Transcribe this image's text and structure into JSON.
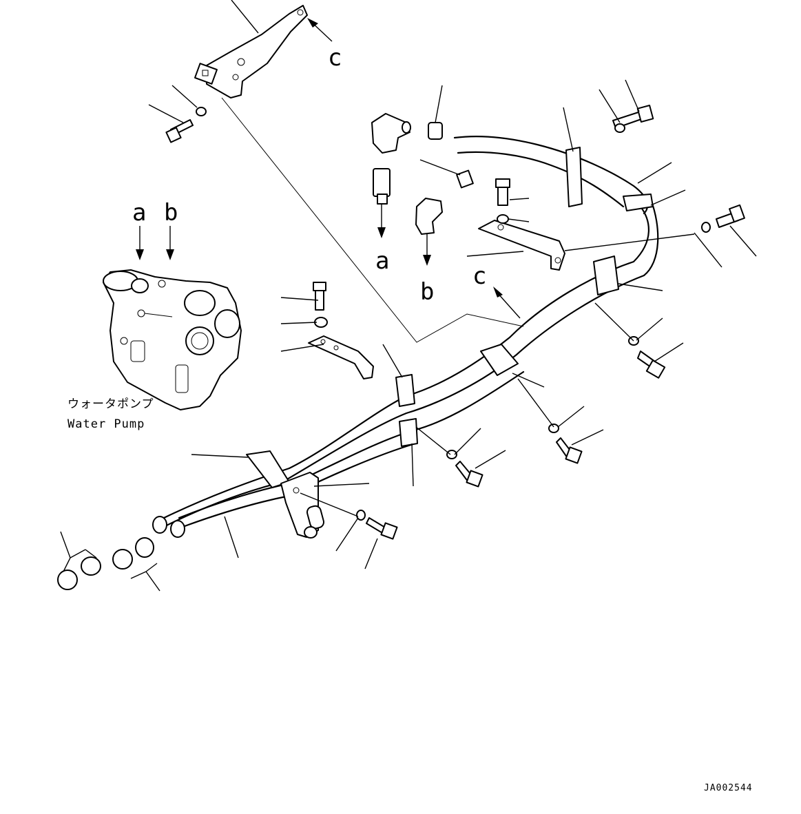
{
  "markers": {
    "a_top": "a",
    "b_top": "b",
    "a_bottom": "a",
    "b_bottom": "b",
    "c_top": "c",
    "c_mid": "c"
  },
  "water_pump_label": {
    "jp": "ウォータポンプ",
    "en": "Water Pump"
  },
  "drawing_code": "JA002544"
}
